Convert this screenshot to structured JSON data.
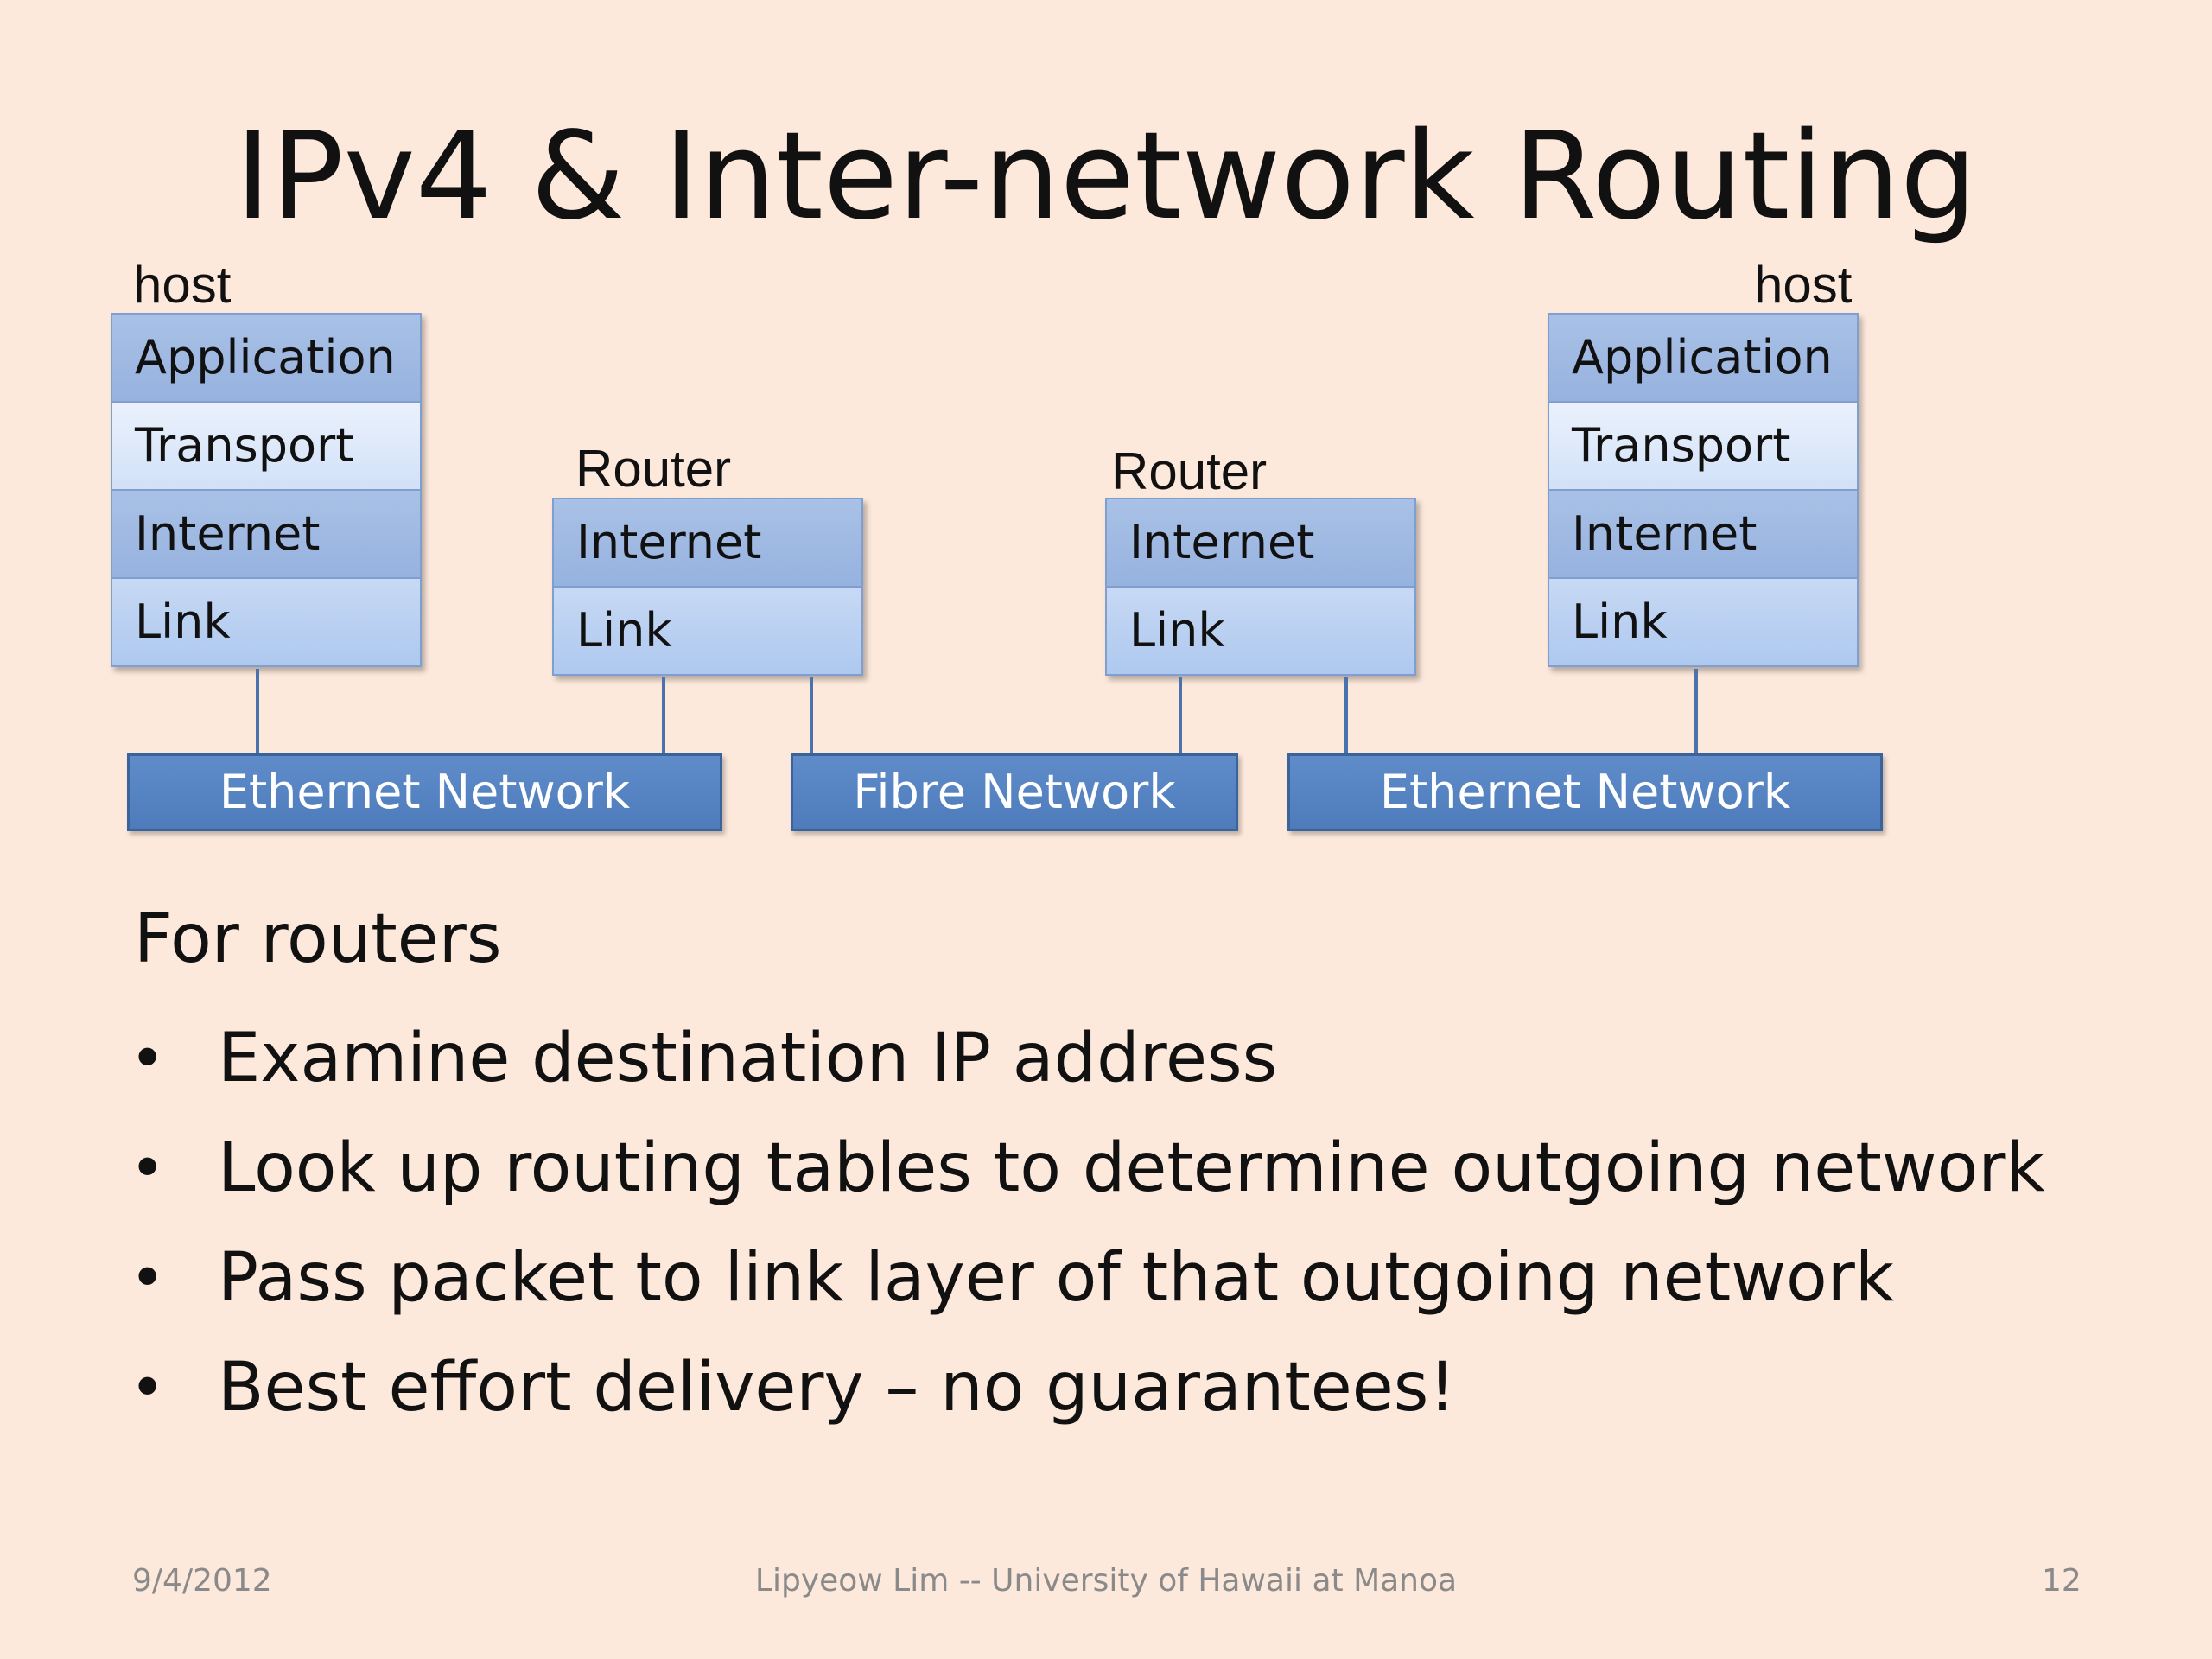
{
  "title": "IPv4 & Inter-network Routing",
  "diagram": {
    "nodes": [
      {
        "label": "host",
        "layers": [
          "Application",
          "Transport",
          "Internet",
          "Link"
        ]
      },
      {
        "label": "Router",
        "layers": [
          "Internet",
          "Link"
        ]
      },
      {
        "label": "Router",
        "layers": [
          "Internet",
          "Link"
        ]
      },
      {
        "label": "host",
        "layers": [
          "Application",
          "Transport",
          "Internet",
          "Link"
        ]
      }
    ],
    "networks": [
      "Ethernet Network",
      "Fibre Network",
      "Ethernet Network"
    ]
  },
  "body": {
    "heading": "For routers",
    "bullet_symbol": "•",
    "bullets": [
      "Examine destination IP address",
      "Look up routing tables to determine outgoing network",
      "Pass packet to link layer of that outgoing network",
      "Best effort delivery – no guarantees!"
    ]
  },
  "footer": {
    "date": "9/4/2012",
    "author": "Lipyeow Lim -- University of Hawaii at Manoa",
    "page_number": "12"
  }
}
